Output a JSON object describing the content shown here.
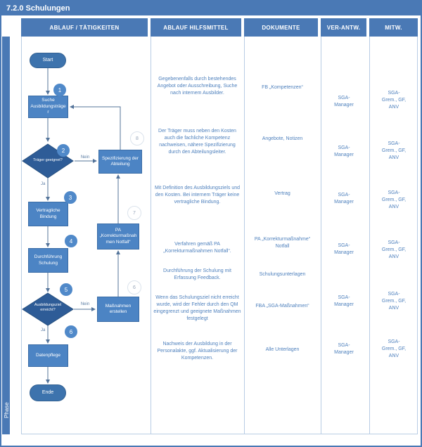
{
  "title": "7.2.0 Schulungen",
  "phase_label": "Phase",
  "columns": [
    "ABLAUF / TÄTIGKEITEN",
    "ABLAUF HILFSMITTEL",
    "DOKUMENTE",
    "VER-ANTW.",
    "MITW."
  ],
  "flowchart": {
    "nodes": {
      "start": "Start",
      "suche": "Suche Ausbildungsträger",
      "traeger_geeignet": "Träger geeignet?",
      "spezifizierung": "Spezifizierung der Abteilung",
      "vertragliche": "Vertragliche Bindung",
      "pa_notfall": "PA „Korrekturmaßnahmen Notfall“",
      "durchfuehrung": "Durchführung Schulung",
      "ausbildungsziel": "Ausbildungsziel erreicht?",
      "massnahmen": "Maßnahmen erstellen",
      "datenpflege": "Datenpflege",
      "ende": "Ende"
    },
    "badges_solid": [
      "1",
      "2",
      "3",
      "4",
      "5",
      "6"
    ],
    "badges_outline": [
      "6",
      "7",
      "8"
    ],
    "labels": {
      "ja": "Ja",
      "nein": "Nein"
    }
  },
  "hilfsmittel": [
    "Gegebenenfalls durch bestehendes Angebot oder Ausschreibung, Suche nach internem Ausbilder.",
    "Der Träger muss neben den Kosten auch die fachliche Kompetenz nachweisen, nähere Spezifizierung durch den Abteilungsleiter.",
    "Mit Definition des Ausbildungsziels und den Kosten. Bei internem Träger keine vertragliche Bindung.",
    "Verfahren gemäß PA „Korrekturmaßnahmen Notfall“.",
    "Durchführung der Schulung mit Erfassung Feedback.",
    "Wenn das Schulungsziel nicht erreicht wurde, wird der Fehler durch den QM eingegrenzt und geeignete Maßnahmen festgelegt",
    "Nachweis der Ausbildung in der Personalakte, ggf. Aktualisierung der Kompetenzen."
  ],
  "dokumente": [
    "FB „Kompetenzen“",
    "Angebote, Notizen",
    "Vertrag",
    "PA „Korrekturmaßnahme“ Notfall",
    "Schulungsunterlagen",
    "FBA „SGA-Maßnahmen“",
    "Alle Unterlagen"
  ],
  "verantw": [
    "SGA-Manager",
    "SGA-Manager",
    "SGA-Manager",
    "SGA-Manager",
    "SGA-Manager",
    "SGA-Manager"
  ],
  "mitw": [
    "SGA-Grem., GF, ANV",
    "SGA-Grem., GF, ANV",
    "SGA-Grem., GF, ANV",
    "SGA-Grem., GF, ANV",
    "SGA-Grem., GF, ANV",
    "SGA-Grem., GF, ANV"
  ],
  "colors": {
    "frame_blue": "#4a79b5",
    "shape_blue": "#4c84c4",
    "diamond_blue": "#2e5c97",
    "stadium_blue": "#3d73ad",
    "connector": "#54749a",
    "divider": "#b8cce4",
    "note_text": "#4f81bd"
  }
}
